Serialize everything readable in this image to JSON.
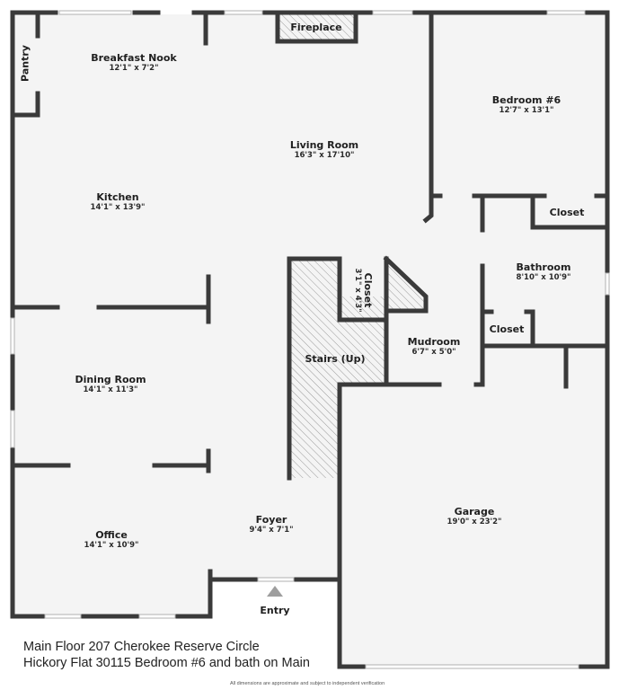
{
  "plan": {
    "colors": {
      "floor": "#f4f4f4",
      "wall": "#3a3a3a",
      "hatch": "#9a9a9a",
      "background": "#ffffff",
      "entry_arrow": "#9e9e9e"
    },
    "rooms": [
      {
        "id": "breakfast-nook",
        "name": "Breakfast Nook",
        "dim": "12'1\" x 7'2\""
      },
      {
        "id": "pantry",
        "name": "Pantry",
        "dim": ""
      },
      {
        "id": "fireplace",
        "name": "Fireplace",
        "dim": ""
      },
      {
        "id": "living-room",
        "name": "Living Room",
        "dim": "16'3\" x 17'10\""
      },
      {
        "id": "bedroom-6",
        "name": "Bedroom  #6",
        "dim": "12'7\" x 13'1\""
      },
      {
        "id": "kitchen",
        "name": "Kitchen",
        "dim": "14'1\" x 13'9\""
      },
      {
        "id": "closet-bedroom",
        "name": "Closet",
        "dim": ""
      },
      {
        "id": "closet-stairs",
        "name": "Closet",
        "dim": "3'1\" x 4'3\""
      },
      {
        "id": "bathroom",
        "name": "Bathroom",
        "dim": "8'10\" x 10'9\""
      },
      {
        "id": "closet-bath",
        "name": "Closet",
        "dim": ""
      },
      {
        "id": "dining-room",
        "name": "Dining Room",
        "dim": "14'1\" x 11'3\""
      },
      {
        "id": "stairs",
        "name": "Stairs (Up)",
        "dim": ""
      },
      {
        "id": "mudroom",
        "name": "Mudroom",
        "dim": "6'7\" x 5'0\""
      },
      {
        "id": "garage",
        "name": "Garage",
        "dim": "19'0\" x 23'2\""
      },
      {
        "id": "foyer",
        "name": "Foyer",
        "dim": "9'4\" x 7'1\""
      },
      {
        "id": "office",
        "name": "Office",
        "dim": "14'1\" x 10'9\""
      },
      {
        "id": "entry",
        "name": "Entry",
        "dim": ""
      }
    ]
  },
  "caption": {
    "line1": "Main Floor 207 Cherokee Reserve Circle",
    "line2": "Hickory Flat 30115    Bedroom #6 and bath on Main"
  },
  "disclaimer": "All dimensions are approximate and subject to independent verification"
}
